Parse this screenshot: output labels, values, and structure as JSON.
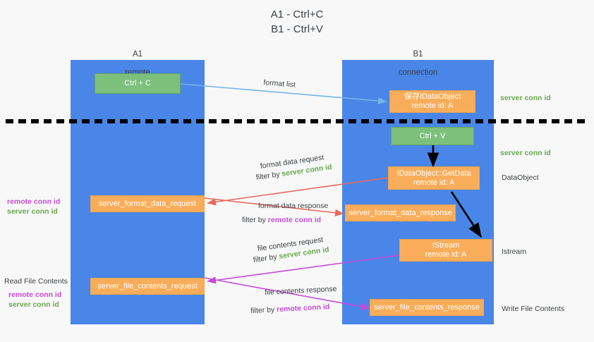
{
  "title": "A1 - Ctrl+C\nB1 - Ctrl+V",
  "colors": {
    "column": "#4a86e8",
    "green_box": "#7cc07c",
    "orange_box": "#f9ad5a",
    "server_conn_id": "#6aa84f",
    "remote_conn_id": "#c34bd6",
    "arrow_blue": "#76b5e8",
    "arrow_red": "#e8695d",
    "arrow_magenta": "#c34bd6",
    "arrow_black": "#000000",
    "background": "#f8f8f8"
  },
  "columns": [
    {
      "id": "a1",
      "name": "A1",
      "sub": "remote"
    },
    {
      "id": "b1",
      "name": "B1",
      "sub": "connection"
    }
  ],
  "boxes": {
    "ctrl_c": {
      "line1": "Ctrl + C",
      "line2": ""
    },
    "ctrl_v": {
      "line1": "Ctrl + V",
      "line2": ""
    },
    "save_dataobject": {
      "line1": "保存IDataObject",
      "line2": "remote id: A"
    },
    "getdata": {
      "line1": "IDataObject::GetData",
      "line2": "remote id: A"
    },
    "istream": {
      "line1": "IStream",
      "line2": "remote id: A"
    },
    "server_format_data_request": {
      "line1": "server_format_data_request",
      "line2": ""
    },
    "server_format_data_response": {
      "line1": "server_format_data_response",
      "line2": ""
    },
    "server_file_contents_request": {
      "line1": "server_file_contents_request",
      "line2": ""
    },
    "server_file_contents_response": {
      "line1": "server_file_contents_response",
      "line2": ""
    }
  },
  "arrow_labels": {
    "format_list": "format list",
    "format_data_request": "format data request",
    "format_data_request_filter_prefix": "filter by ",
    "format_data_request_filter_value": "server conn id",
    "format_data_response": "format data response",
    "format_data_response_filter_prefix": "filter by ",
    "format_data_response_filter_value": "remote conn id",
    "file_contents_request": "file contents request",
    "file_contents_request_filter_prefix": "filter by ",
    "file_contents_request_filter_value": "server conn id",
    "file_contents_response": "file contents response",
    "file_contents_response_filter_prefix": "filter by ",
    "file_contents_response_filter_value": "remote conn id"
  },
  "right_labels": {
    "server_conn_id_top": "server conn id",
    "server_conn_id_mid": "server conn id",
    "dataobject": "DataObject",
    "istream": "Istream",
    "write_file_contents": "Write File Contents"
  },
  "left_labels": {
    "conn_pair_upper_remote": "remote conn id",
    "conn_pair_upper_server": "server conn id",
    "read_file_contents": "Read File Contents",
    "conn_pair_lower_remote": "remote conn id",
    "conn_pair_lower_server": "server conn id"
  }
}
